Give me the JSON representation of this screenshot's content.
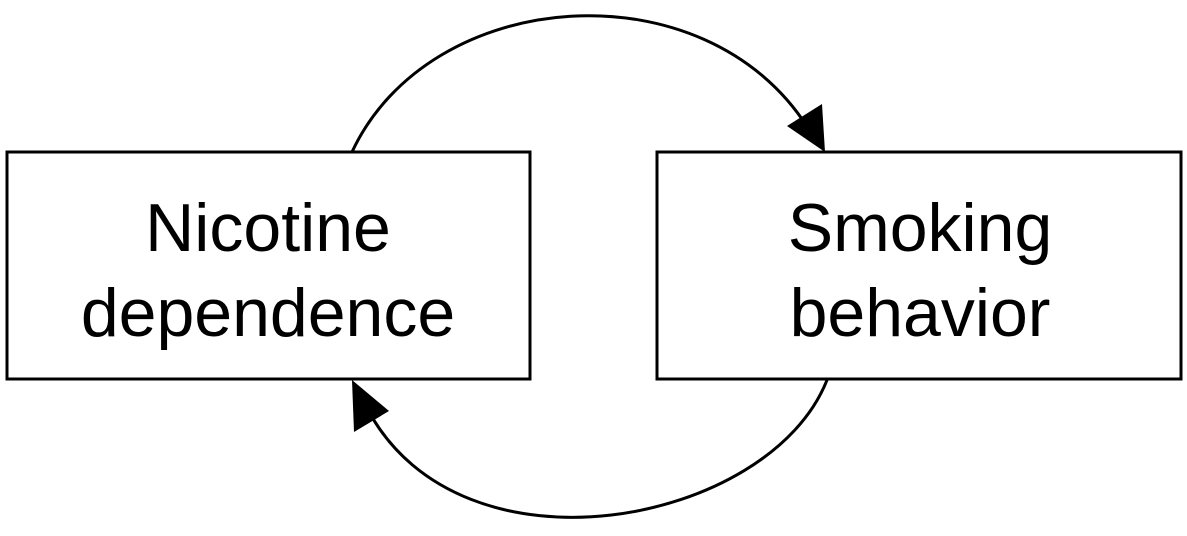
{
  "nodes": {
    "left": {
      "line1": "Nicotine",
      "line2": "dependence"
    },
    "right": {
      "line1": "Smoking",
      "line2": "behavior"
    }
  },
  "edges": [
    {
      "from": "Nicotine dependence",
      "to": "Smoking behavior",
      "route": "top"
    },
    {
      "from": "Smoking behavior",
      "to": "Nicotine dependence",
      "route": "bottom"
    }
  ],
  "colors": {
    "stroke": "#000000",
    "fill": "#ffffff",
    "text": "#000000"
  }
}
